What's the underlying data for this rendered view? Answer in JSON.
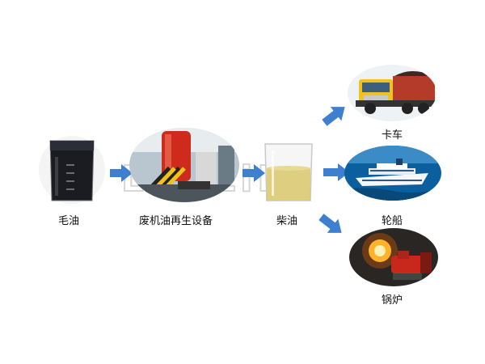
{
  "flow": {
    "crude_oil": {
      "label": "毛油"
    },
    "equipment": {
      "label": "废机油再生设备"
    },
    "diesel": {
      "label": "柴油"
    },
    "outputs": [
      {
        "label": "卡车"
      },
      {
        "label": "轮船"
      },
      {
        "label": "锅炉"
      }
    ]
  },
  "watermark": {
    "text": "LOnLiEr"
  },
  "colors": {
    "arrow": "#3f7fd0",
    "crude_oil": "#111318",
    "diesel": "#d8c86a",
    "equipment_red": "#cf2b1d",
    "truck_yellow": "#f1c21b",
    "ship_sea": "#0b5f9e",
    "boiler_flame": "#ffb22a"
  }
}
